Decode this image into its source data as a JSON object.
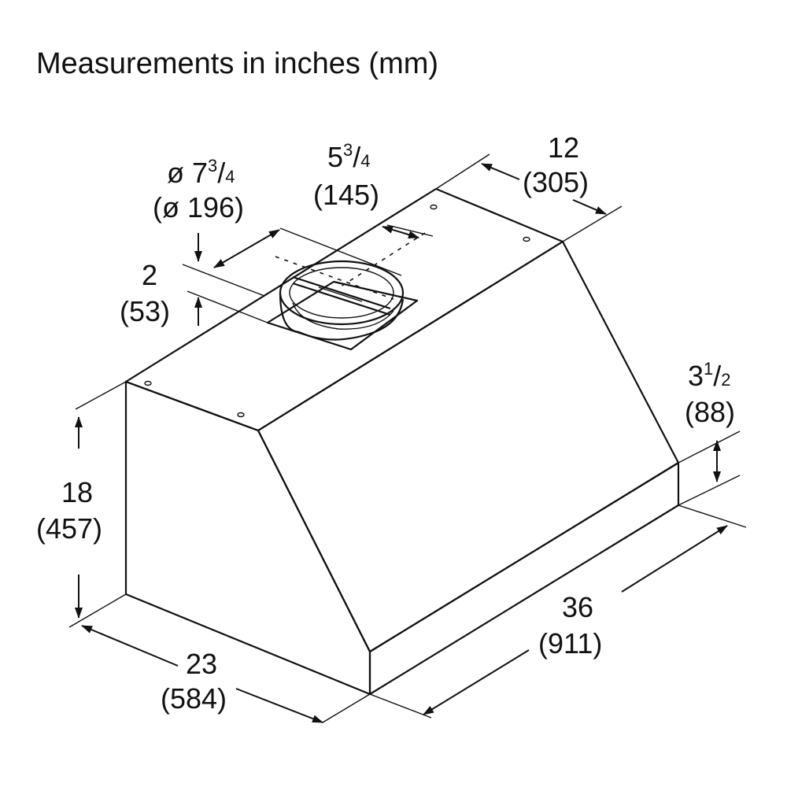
{
  "title": "Measurements in inches (mm)",
  "dims": {
    "duct_diameter": {
      "prefix": "ø 7",
      "num": "3",
      "slash": "/",
      "den": "4",
      "mm": "(ø 196)"
    },
    "duct_offset": {
      "whole": "5",
      "num": "3",
      "slash": "/",
      "den": "4",
      "mm": "(145)"
    },
    "depth_top": {
      "in": "12",
      "mm": "(305)"
    },
    "collar_height": {
      "in": "2",
      "mm": "(53)"
    },
    "lip_height": {
      "whole": "3",
      "num": "1",
      "slash": "/",
      "den": "2",
      "mm": "(88)"
    },
    "height": {
      "in": "18",
      "mm": "(457)"
    },
    "depth_bottom": {
      "in": "23",
      "mm": "(584)"
    },
    "width": {
      "in": "36",
      "mm": "(911)"
    }
  }
}
